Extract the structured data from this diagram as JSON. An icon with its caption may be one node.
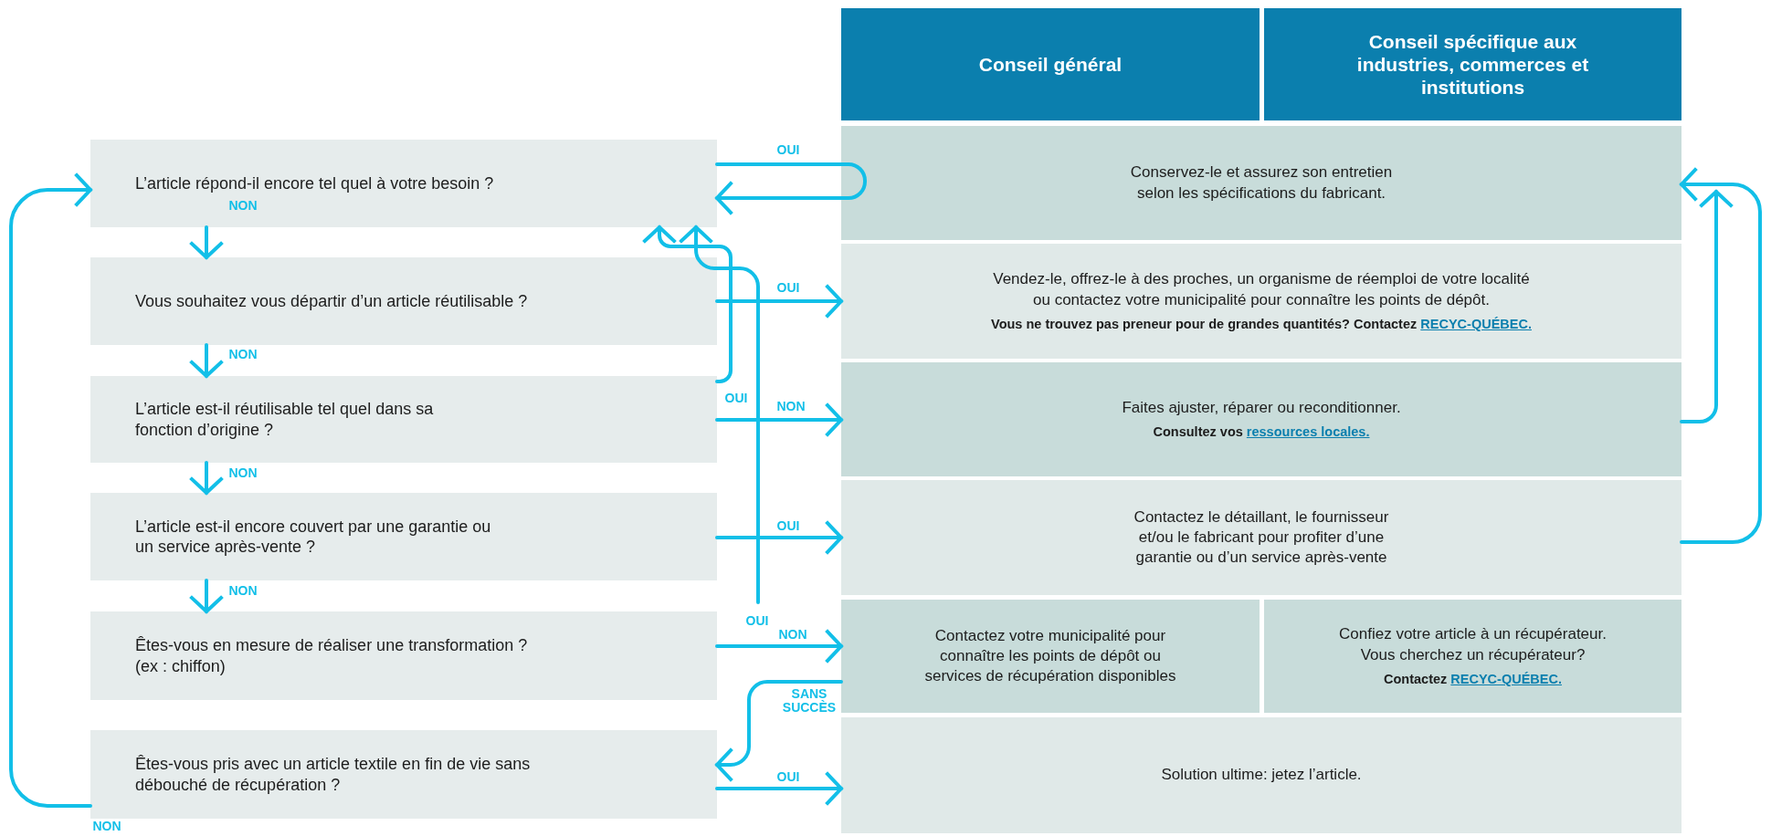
{
  "diagram": {
    "nodes": [
      {
        "text": [
          "Conseil général"
        ]
      },
      {
        "text": [
          "Conseil spécifique aux industries, commerces et institutions"
        ]
      },
      {
        "text": [
          "L’article répond-il encore tel quel à votre besoin ?"
        ]
      },
      {
        "text": [
          "Vous souhaitez vous départir d’un article réutilisable ?"
        ]
      },
      {
        "text": [
          "L’article est-il réutilisable tel quel dans sa fonction d’origine ?"
        ]
      },
      {
        "text": [
          "L’article est-il encore couvert par une garantie ou un service après-vente ?"
        ]
      },
      {
        "text": [
          "Êtes-vous en mesure de réaliser une transformation ? (ex : chiffon)"
        ]
      },
      {
        "text": [
          "Êtes-vous pris avec un article textile en fin de vie sans débouché de récupération ?"
        ]
      },
      {
        "text": [
          "Conservez-le et assurez son entretien selon les spécifications du fabricant."
        ]
      },
      {
        "text": [
          "Vendez-le, offrez-le à des proches, un organisme de réemploi de votre localité ou contactez votre municipalité pour connaître les points de dépôt.",
          "Vous ne trouvez pas preneur pour de grandes quantités? Contactez",
          "RECYC-QUÉBEC."
        ]
      },
      {
        "text": [
          "Faites ajuster, réparer ou reconditionner.",
          "Consultez vos",
          "ressources locales."
        ]
      },
      {
        "text": [
          "Contactez le détaillant, le fournisseur et/ou le fabricant pour profiter d’une garantie ou d’un service après-vente"
        ]
      },
      {
        "text": [
          "Contactez votre municipalité pour connaître les points de dépôt ou services de récupération disponibles"
        ]
      },
      {
        "text": [
          "Confiez votre article à un récupérateur. Vous cherchez un récupérateur?",
          "Contactez",
          "RECYC-QUÉBEC."
        ]
      },
      {
        "text": [
          "Solution ultime: jetez l’article."
        ]
      }
    ],
    "edges": [
      {
        "from": 2,
        "to": 8,
        "arrow": "none",
        "label": "OUI"
      },
      {
        "from": 8,
        "to": 2,
        "arrow": "to"
      },
      {
        "from": 2,
        "to": 3,
        "arrow": "to",
        "label": "NON"
      },
      {
        "from": 3,
        "to": 9,
        "arrow": "to",
        "label": "OUI"
      },
      {
        "from": 4,
        "to": 2,
        "arrow": "to",
        "label": "OUI"
      },
      {
        "from": 3,
        "to": 4,
        "arrow": "to",
        "label": "NON"
      },
      {
        "from": 4,
        "to": 10,
        "arrow": "to",
        "label": "NON"
      },
      {
        "from": 4,
        "to": 5,
        "arrow": "to",
        "label": "NON"
      },
      {
        "from": 5,
        "to": 11,
        "arrow": "to",
        "label": "OUI"
      },
      {
        "from": null,
        "to": 2,
        "arrow": "to",
        "label": "OUI"
      },
      {
        "from": 5,
        "to": 6,
        "arrow": "to",
        "label": "NON"
      },
      {
        "from": 6,
        "to": 12,
        "arrow": "to",
        "label": "NON"
      },
      {
        "from": 12,
        "to": 7,
        "arrow": "to",
        "label": "SANS SUCCÈS"
      },
      {
        "from": 7,
        "to": 14,
        "arrow": "to",
        "label": "OUI"
      },
      {
        "from": 7,
        "to": 2,
        "arrow": "to",
        "label": "NON"
      },
      {
        "from": 10,
        "to": 8,
        "arrow": "to"
      },
      {
        "from": 11,
        "to": 8,
        "arrow": "to"
      }
    ]
  }
}
